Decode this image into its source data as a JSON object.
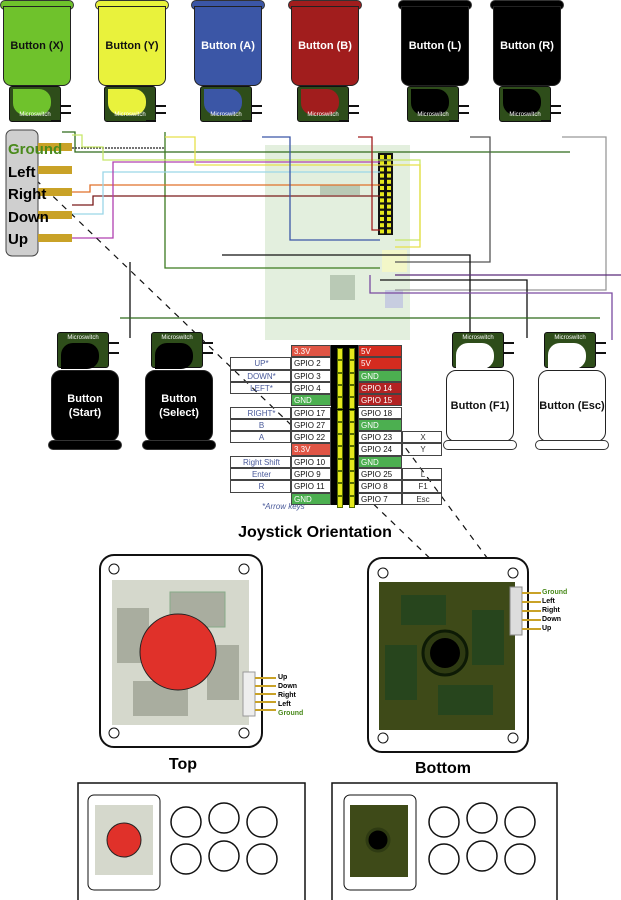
{
  "colors": {
    "x": "#6fc22c",
    "y": "#e9f23c",
    "a": "#3b56a6",
    "b": "#a11d1d",
    "black": "#000000",
    "white": "#ffffff",
    "microswitch": "#2e4d1a",
    "red": "#dd4a3c",
    "dark_red": "#b22222",
    "gnd": "#4caf50",
    "pin_gold": "#c9a227"
  },
  "top_buttons": [
    {
      "label": "Button (X)",
      "color": "#6fc22c",
      "text": "#111"
    },
    {
      "label": "Button (Y)",
      "color": "#e9f23c",
      "text": "#111"
    },
    {
      "label": "Button (A)",
      "color": "#3b56a6",
      "text": "#fff"
    },
    {
      "label": "Button (B)",
      "color": "#a11d1d",
      "text": "#fff"
    },
    {
      "label": "Button (L)",
      "color": "#000000",
      "text": "#fff"
    },
    {
      "label": "Button (R)",
      "color": "#000000",
      "text": "#fff"
    }
  ],
  "microswitch_label": "Microswitch",
  "bottom_buttons": [
    {
      "label": "Button (Start)",
      "color": "#000000",
      "text": "#fff"
    },
    {
      "label": "Button (Select)",
      "color": "#000000",
      "text": "#fff"
    },
    {
      "label": "Button (F1)",
      "color": "#ffffff",
      "text": "#111"
    },
    {
      "label": "Button (Esc)",
      "color": "#ffffff",
      "text": "#111"
    }
  ],
  "joystick_connector": [
    "Ground",
    "Left",
    "Right",
    "Down",
    "Up"
  ],
  "gpio_table": {
    "rows": [
      {
        "func": "",
        "left": "3.3V",
        "lc": "red",
        "right": "5V",
        "rc": "red5",
        "key": ""
      },
      {
        "func": "UP*",
        "left": "GPIO 2",
        "lc": "",
        "right": "5V",
        "rc": "red5",
        "key": ""
      },
      {
        "func": "DOWN*",
        "left": "GPIO 3",
        "lc": "",
        "right": "GND",
        "rc": "gnd",
        "key": ""
      },
      {
        "func": "LEFT*",
        "left": "GPIO 4",
        "lc": "",
        "right": "GPIO 14",
        "rc": "dred",
        "key": ""
      },
      {
        "func": "",
        "left": "GND",
        "lc": "gnd",
        "right": "GPIO 15",
        "rc": "dred",
        "key": ""
      },
      {
        "func": "RIGHT*",
        "left": "GPIO 17",
        "lc": "",
        "right": "GPIO 18",
        "rc": "",
        "key": ""
      },
      {
        "func": "B",
        "left": "GPIO 27",
        "lc": "",
        "right": "GND",
        "rc": "gnd",
        "key": ""
      },
      {
        "func": "A",
        "left": "GPIO 22",
        "lc": "",
        "right": "GPIO 23",
        "rc": "",
        "key": "X"
      },
      {
        "func": "",
        "left": "3.3V",
        "lc": "red",
        "right": "GPIO 24",
        "rc": "",
        "key": "Y"
      },
      {
        "func": "Right Shift",
        "left": "GPIO 10",
        "lc": "",
        "right": "GND",
        "rc": "gnd",
        "key": ""
      },
      {
        "func": "Enter",
        "left": "GPIO 9",
        "lc": "",
        "right": "GPIO 25",
        "rc": "",
        "key": "L"
      },
      {
        "func": "R",
        "left": "GPIO 11",
        "lc": "",
        "right": "GPIO 8",
        "rc": "",
        "key": "F1"
      },
      {
        "func": "",
        "left": "GND",
        "lc": "gnd",
        "right": "GPIO 7",
        "rc": "",
        "key": "Esc"
      }
    ],
    "note": "*Arrow keys"
  },
  "joystick_section": {
    "title": "Joystick Orientation",
    "top_label": "Top",
    "bottom_label": "Bottom",
    "top_pins": [
      "Up",
      "Down",
      "Right",
      "Left",
      "Ground"
    ],
    "bottom_pins": [
      "Ground",
      "Left",
      "Right",
      "Down",
      "Up"
    ]
  }
}
